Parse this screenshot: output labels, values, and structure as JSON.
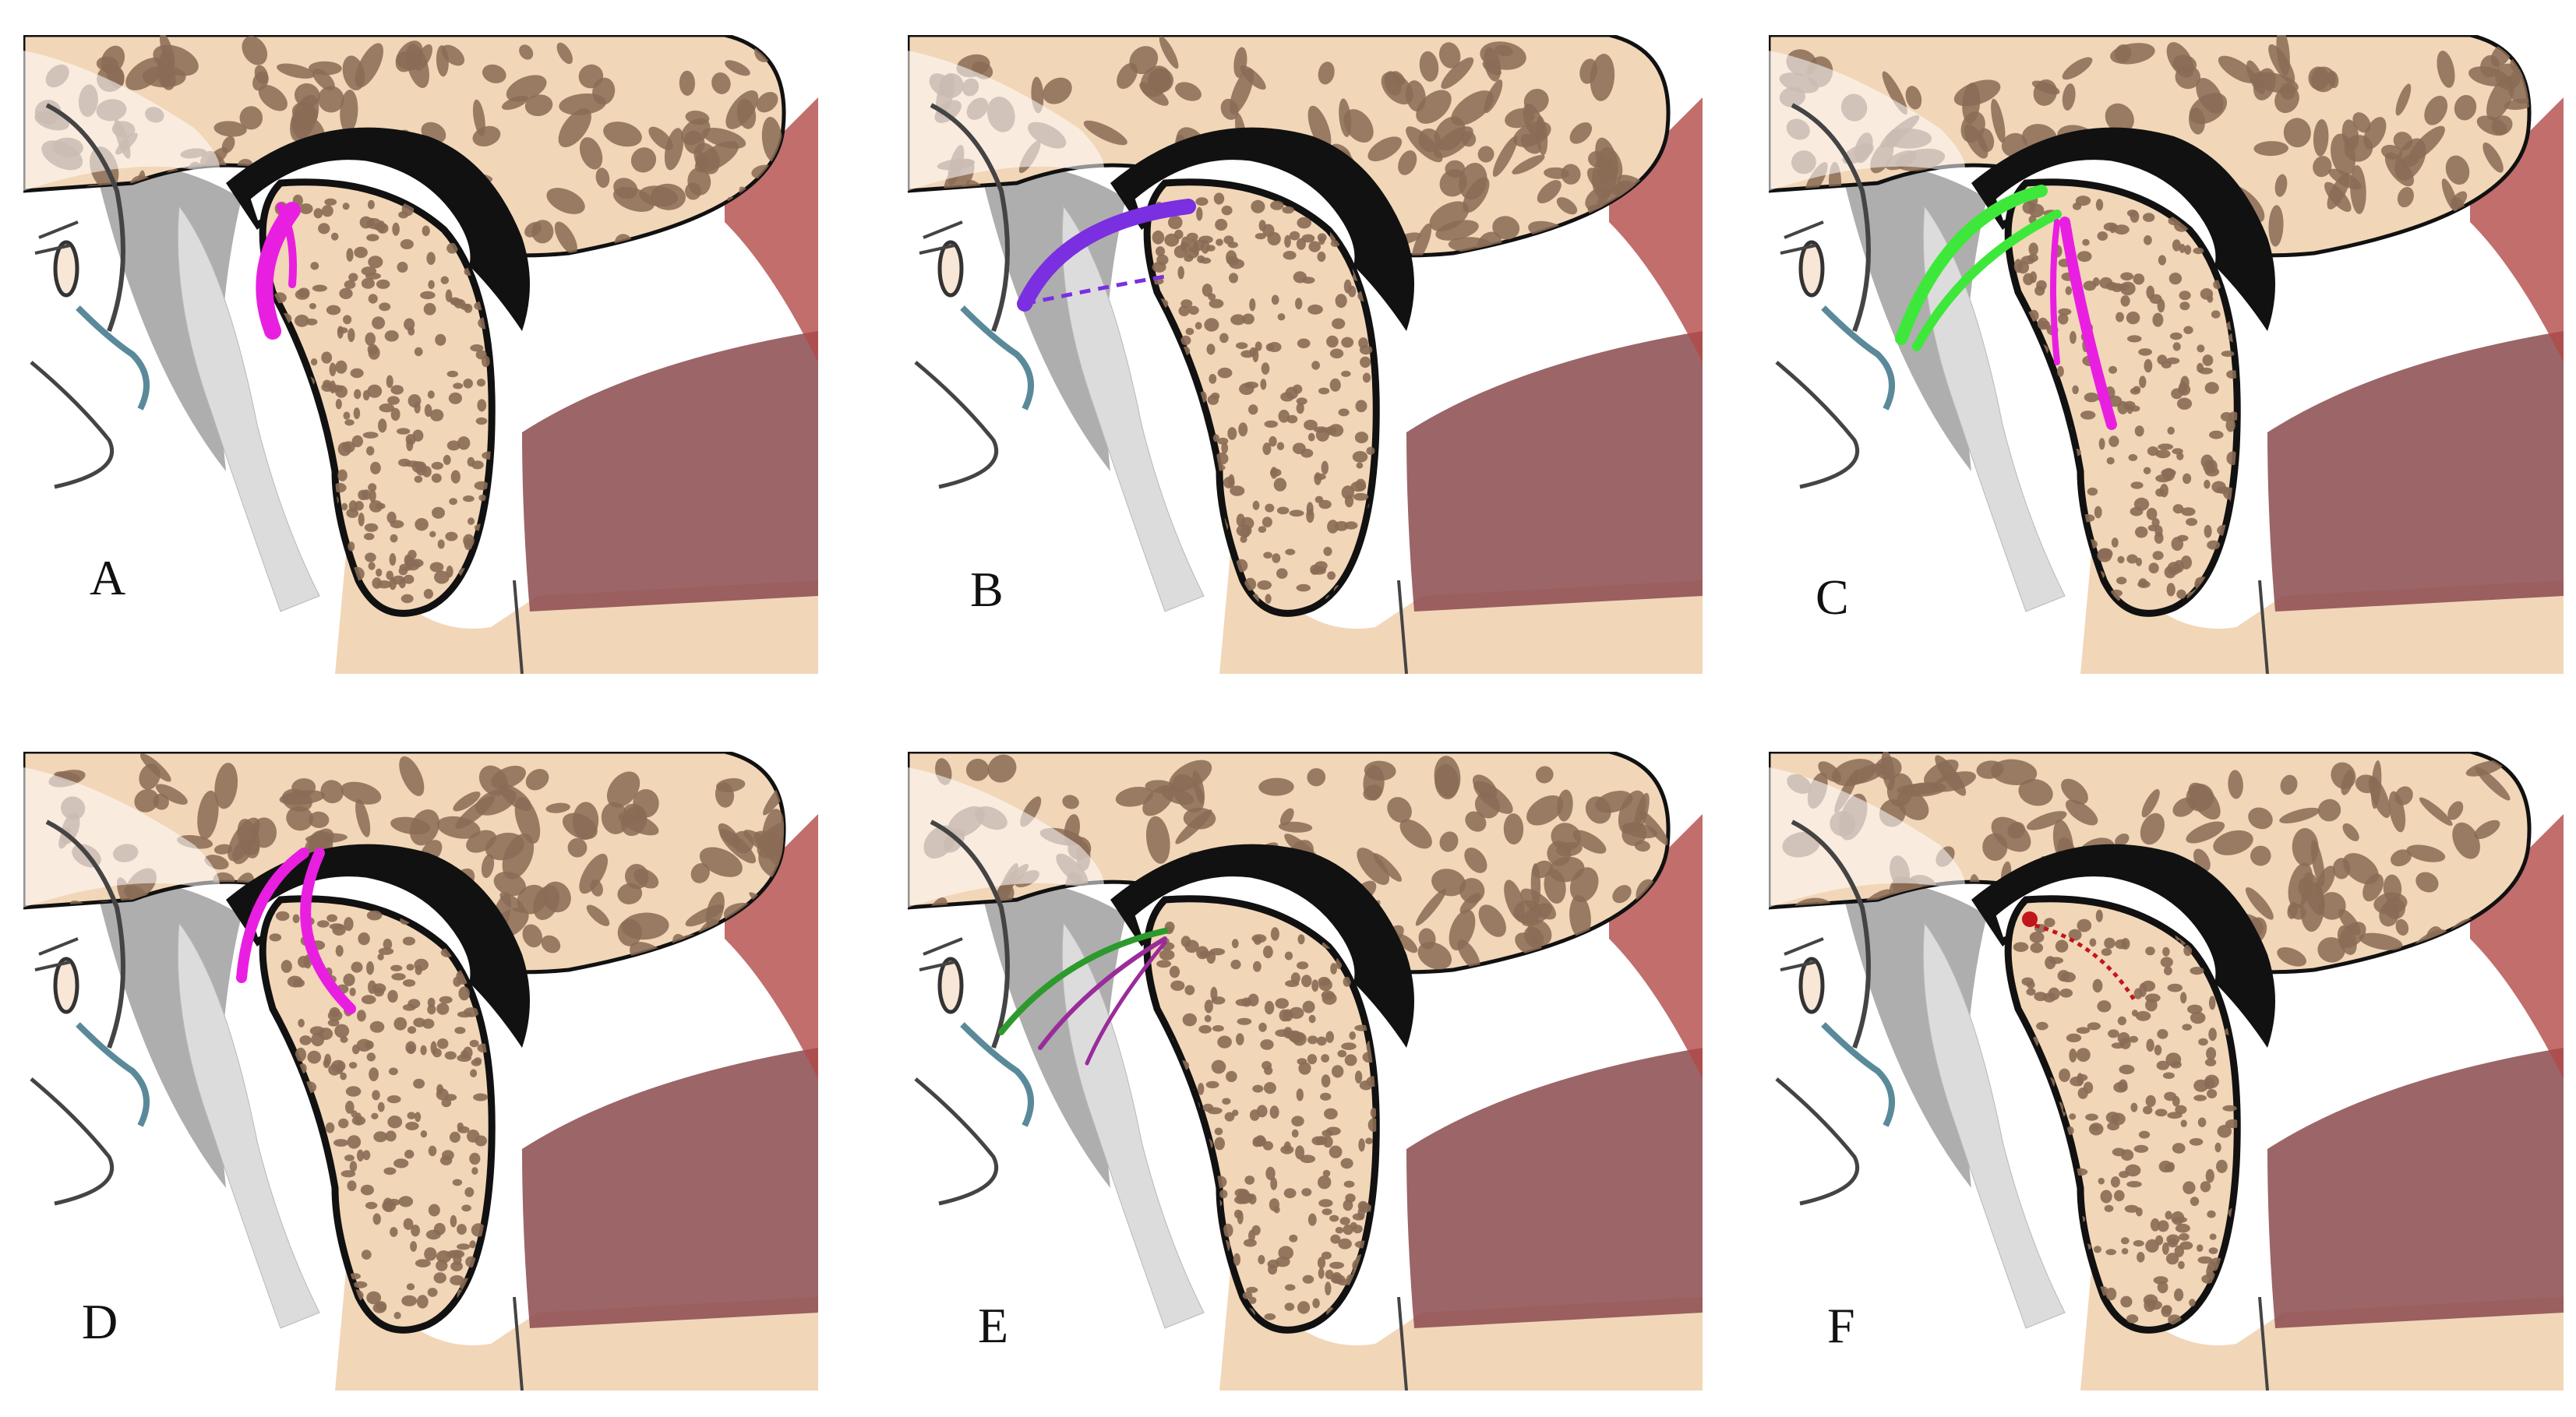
{
  "figure": {
    "panels": [
      {
        "label": "A",
        "strap_color": "#e81fe0"
      },
      {
        "label": "B",
        "strap_color": "#7a2fe0"
      },
      {
        "label": "C",
        "strap_color": "#3ee83a",
        "secondary_color": "#e81fe0"
      },
      {
        "label": "D",
        "strap_color": "#e81fe0"
      },
      {
        "label": "E",
        "strap_color": "#2c9a2c",
        "secondary_color": "#9a2c9a"
      },
      {
        "label": "F",
        "strap_color": "#c0161c"
      }
    ],
    "colors": {
      "bone": "#f2d6b8",
      "trabecular": "#8a6b55",
      "outline": "#111111",
      "muscle": "#8b4a4e",
      "ligament": "#dcdcdc"
    }
  }
}
